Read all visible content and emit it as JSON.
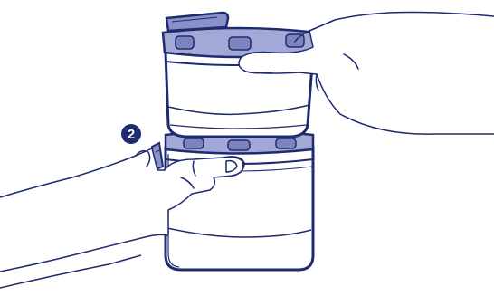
{
  "step": {
    "number": "2"
  },
  "colors": {
    "outline": "#1e2b6e",
    "lid_fill": "#a3a9d6",
    "lid_dark": "#7d84bd",
    "tab_fill": "#8a91c8",
    "badge": "#1e2b6e",
    "background": "#ffffff"
  },
  "icons": {
    "upper_container": "lidded-food-container",
    "lower_container": "food-container-base",
    "right_hand": "hand-holding",
    "left_hand": "hand-pinching-tab"
  }
}
